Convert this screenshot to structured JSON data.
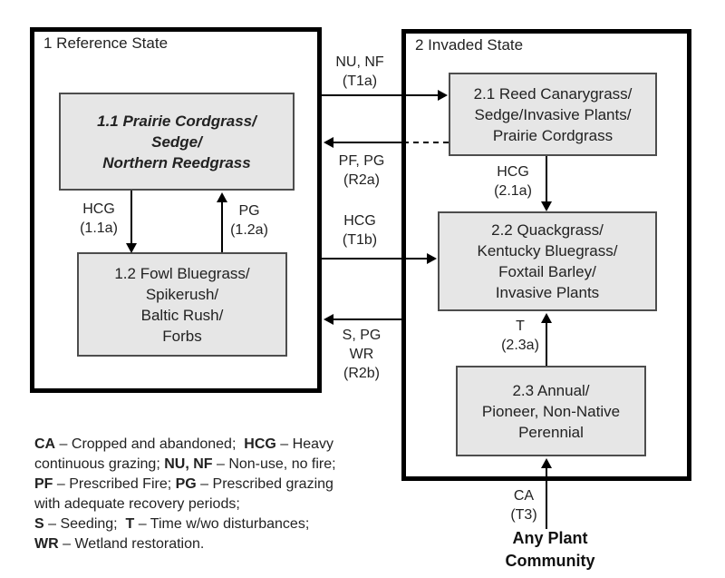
{
  "colors": {
    "box_fill": "#e6e6e6",
    "box_border": "#4d4d4d",
    "outer_border": "#000000",
    "text": "#1a1a1a"
  },
  "states": {
    "reference": {
      "title": "1 Reference State"
    },
    "invaded": {
      "title": "2 Invaded State"
    }
  },
  "boxes": {
    "b11": {
      "lines": [
        "1.1 Prairie Cordgrass/",
        "Sedge/",
        "Northern Reedgrass"
      ]
    },
    "b12": {
      "lines": [
        "1.2 Fowl Bluegrass/",
        "Spikerush/",
        "Baltic Rush/",
        "Forbs"
      ]
    },
    "b21": {
      "lines": [
        "2.1 Reed Canarygrass/",
        "Sedge/Invasive Plants/",
        "Prairie Cordgrass"
      ]
    },
    "b22": {
      "lines": [
        "2.2 Quackgrass/",
        "Kentucky Bluegrass/",
        "Foxtail Barley/",
        "Invasive Plants"
      ]
    },
    "b23": {
      "lines": [
        "2.3 Annual/",
        "Pioneer, Non-Native",
        "Perennial"
      ]
    }
  },
  "arrows": {
    "t1a": {
      "lines": [
        "NU, NF",
        "(T1a)"
      ]
    },
    "r2a": {
      "lines": [
        "PF, PG",
        "(R2a)"
      ]
    },
    "t1b": {
      "lines": [
        "HCG",
        "(T1b)"
      ]
    },
    "r2b": {
      "lines": [
        "S, PG",
        "WR",
        "(R2b)"
      ]
    },
    "a11a": {
      "lines": [
        "HCG",
        "(1.1a)"
      ]
    },
    "a12a": {
      "lines": [
        "PG",
        "(1.2a)"
      ]
    },
    "a21a": {
      "lines": [
        "HCG",
        "(2.1a)"
      ]
    },
    "a23a": {
      "lines": [
        "T",
        "(2.3a)"
      ]
    },
    "t3": {
      "lines": [
        "CA",
        "(T3)"
      ]
    }
  },
  "footer": {
    "any_plant": {
      "lines": [
        "Any Plant",
        "Community"
      ]
    }
  },
  "legend": {
    "lines": [
      [
        {
          "t": "CA",
          "b": true
        },
        {
          "t": " – Cropped and abandoned;  "
        },
        {
          "t": "HCG",
          "b": true
        },
        {
          "t": " – Heavy"
        }
      ],
      [
        {
          "t": "continuous grazing; "
        },
        {
          "t": "NU, NF",
          "b": true
        },
        {
          "t": " – Non-use, no fire;"
        }
      ],
      [
        {
          "t": "PF",
          "b": true
        },
        {
          "t": " – Prescribed Fire; "
        },
        {
          "t": "PG",
          "b": true
        },
        {
          "t": " – Prescribed grazing"
        }
      ],
      [
        {
          "t": "with adequate recovery periods;"
        }
      ],
      [
        {
          "t": "S",
          "b": true
        },
        {
          "t": " – Seeding;  "
        },
        {
          "t": "T",
          "b": true
        },
        {
          "t": " – Time w/wo disturbances;"
        }
      ],
      [
        {
          "t": "WR",
          "b": true
        },
        {
          "t": " – Wetland restoration."
        }
      ]
    ]
  }
}
